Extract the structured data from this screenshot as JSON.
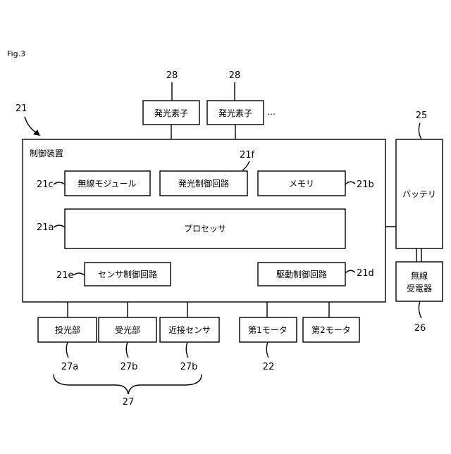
{
  "figure_label": "Fig.3",
  "refs": {
    "r21": "21",
    "r21a": "21a",
    "r21b": "21b",
    "r21c": "21c",
    "r21d": "21d",
    "r21e": "21e",
    "r21f": "21f",
    "r22": "22",
    "r25": "25",
    "r26": "26",
    "r27": "27",
    "r27a": "27a",
    "r27b_1": "27b",
    "r27b_2": "27b",
    "r28_1": "28",
    "r28_2": "28"
  },
  "labels": {
    "control_device": "制御装置",
    "light_emitting_element_1": "発光素子",
    "light_emitting_element_2": "発光素子",
    "ellipsis": "…",
    "light_emission_control_circuit": "発光制御回路",
    "wireless_module": "無線モジュール",
    "memory": "メモリ",
    "processor": "プロセッサ",
    "sensor_control_circuit": "センサ制御回路",
    "drive_control_circuit": "駆動制御回路",
    "battery": "バッテリ",
    "wireless_receiver_line1": "無線",
    "wireless_receiver_line2": "受電器",
    "light_projector": "投光部",
    "light_receiver": "受光部",
    "proximity_sensor": "近接センサ",
    "motor_1": "第1モータ",
    "motor_2": "第2モータ"
  }
}
